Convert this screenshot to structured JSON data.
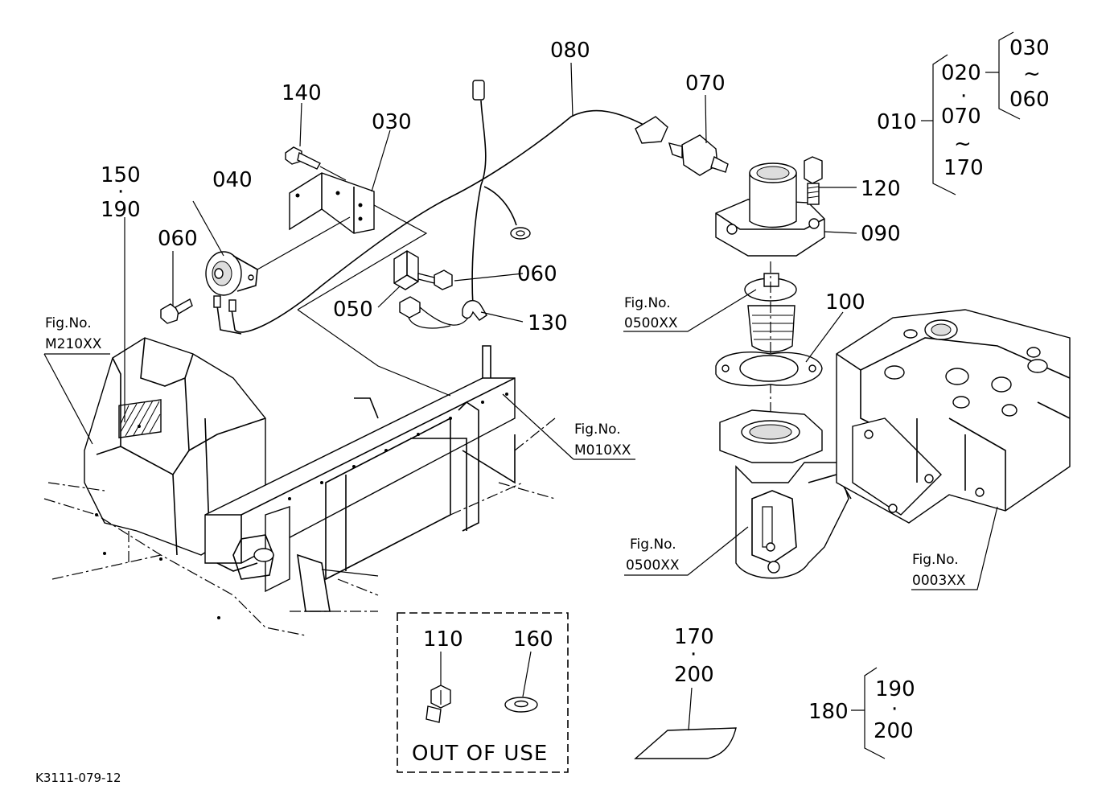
{
  "parts": {
    "p010": "010",
    "p020": "020",
    "p030": "030",
    "p040": "040",
    "p050": "050",
    "p060": "060",
    "p070": "070",
    "p080": "080",
    "p090": "090",
    "p100": "100",
    "p110": "110",
    "p120": "120",
    "p130": "130",
    "p140": "140",
    "p150": "150",
    "p160": "160",
    "p170": "170",
    "p180": "180",
    "p190": "190",
    "p200": "200",
    "dot": "·",
    "tilde": "~"
  },
  "refs": {
    "fig_label": "Fig.No.",
    "m210": "M210XX",
    "m010": "M010XX",
    "f0500": "0500XX",
    "f0003": "0003XX"
  },
  "note": "OUT OF USE",
  "drawing_code": "K3111-079-12"
}
